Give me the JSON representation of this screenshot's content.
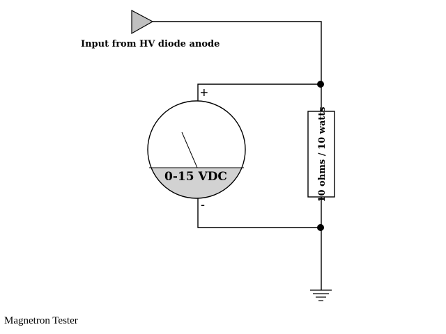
{
  "diagram": {
    "input_label": "Input from HV diode anode",
    "meter_label": "0-15 VDC",
    "plus_sign": "+",
    "minus_sign": "-",
    "resistor_label": "10 ohms / 10 watts",
    "caption": "Magnetron Tester"
  },
  "colors": {
    "meter_fill": "#d2d2d2",
    "input_triangle_fill": "#c0c0c0",
    "line": "#000000"
  },
  "icons": {
    "input_terminal": "triangle-connector-icon",
    "ground": "ground-icon"
  }
}
